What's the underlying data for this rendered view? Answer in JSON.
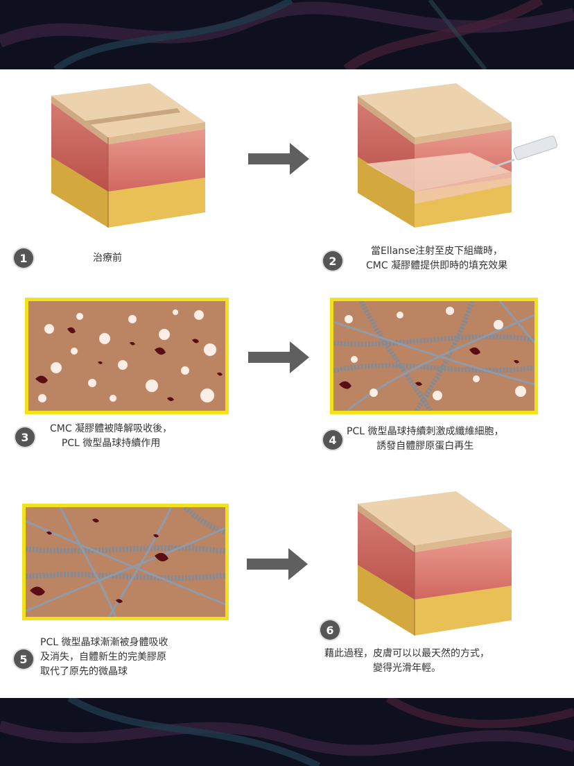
{
  "steps": [
    {
      "number": "1",
      "lines": [
        "治療前"
      ]
    },
    {
      "number": "2",
      "lines": [
        "當Ellanse注射至皮下組織時，",
        "CMC 凝膠體提供即時的填充效果"
      ]
    },
    {
      "number": "3",
      "lines": [
        "CMC 凝膠體被降解吸收後，",
        "PCL 微型晶球持續作用"
      ]
    },
    {
      "number": "4",
      "lines": [
        "PCL 微型晶球持續刺激成纖維細胞，",
        "誘發自體膠原蛋白再生"
      ]
    },
    {
      "number": "5",
      "lines": [
        "PCL 微型晶球漸漸被身體吸收",
        "及消失，自體新生的完美膠原",
        "取代了原先的微晶球"
      ]
    },
    {
      "number": "6",
      "lines": [
        "藉此過程，皮膚可以以最天然的方式，",
        "變得光滑年輕。"
      ]
    }
  ],
  "colors": {
    "frame": "#f3e21a",
    "arrow": "#5f5f5f",
    "badge": "#555555",
    "skin_top": "#ecd2ad",
    "dermis": "#d9776f",
    "fat": "#e8c055"
  },
  "icons": [
    "arrow-right-icon",
    "skin-block-icon",
    "syringe-icon",
    "microsphere-icon",
    "collagen-fiber-icon"
  ]
}
